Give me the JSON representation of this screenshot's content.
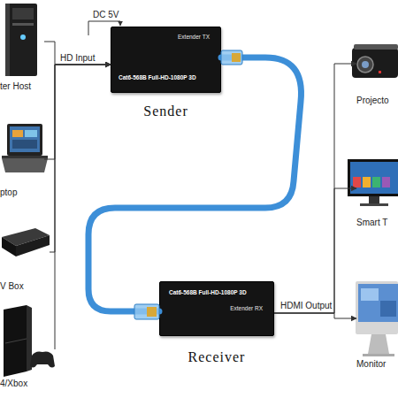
{
  "diagram": {
    "nodes": [
      {
        "text": [
          "ter Host"
        ]
      },
      {
        "text": [
          "ptop"
        ]
      },
      {
        "text": [
          "V Box"
        ]
      },
      {
        "text": [
          "4/Xbox"
        ]
      },
      {
        "text": [
          "Extender TX",
          "Cat6-568B Full-HD-1080P 3D",
          "Sender"
        ]
      },
      {
        "text": [
          "Cat6-568B Full-HD-1080P 3D",
          "Extender RX",
          "Receiver"
        ]
      },
      {
        "text": [
          "Projecto"
        ]
      },
      {
        "text": [
          "Smart T"
        ]
      },
      {
        "text": [
          "Monitor"
        ]
      }
    ],
    "edges": [
      {
        "from": 0,
        "to": 4,
        "arrow": "to"
      },
      {
        "from": 1,
        "to": 4,
        "arrow": "to"
      },
      {
        "from": 2,
        "to": 4,
        "arrow": "to"
      },
      {
        "from": 3,
        "to": 4,
        "arrow": "to"
      },
      {
        "from": 4,
        "to": 5,
        "arrow": "none"
      },
      {
        "from": 5,
        "to": 6,
        "arrow": "to"
      },
      {
        "from": 5,
        "to": 7,
        "arrow": "to"
      },
      {
        "from": 5,
        "to": 8,
        "arrow": "to"
      }
    ],
    "labels": [
      "DC 5V",
      "HD Input",
      "HDMI Output"
    ]
  }
}
